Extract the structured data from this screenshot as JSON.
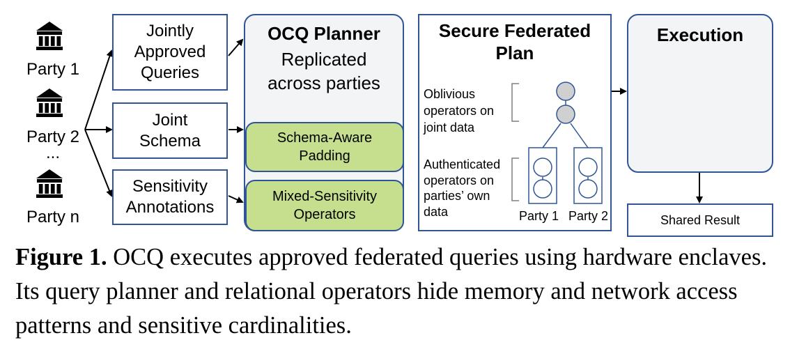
{
  "parties": [
    {
      "label": "Party 1"
    },
    {
      "label": "Party 2"
    },
    {
      "label": "Party n"
    }
  ],
  "ellipsis": "...",
  "inputs": {
    "queries": "Jointly Approved Queries",
    "schema": "Joint Schema",
    "sensitivity": "Sensitivity Annotations"
  },
  "planner": {
    "title": "OCQ Planner",
    "subtitle": "Replicated across parties",
    "padding": "Schema-Aware Padding",
    "mixed": "Mixed-Sensitivity Operators"
  },
  "plan": {
    "title": "Secure Federated Plan",
    "oblivious": "Oblivious operators on joint data",
    "authenticated": "Authenticated operators on parties’ own data",
    "party1": "Party 1",
    "party2": "Party 2"
  },
  "execution": {
    "title": "Execution",
    "result": "Shared Result"
  },
  "caption": {
    "label": "Figure 1.",
    "text": "OCQ executes approved federated queries using hardware enclaves. Its query planner and relational operators hide memory and network access patterns and sensitive cardinalities."
  },
  "colors": {
    "border_blue": "#2f5597",
    "panel_fill": "#f2f4f5",
    "green_fill": "#c5df8f",
    "node_fill": "#d0d0d0"
  },
  "icons": {
    "party": "bank-building-icon"
  }
}
